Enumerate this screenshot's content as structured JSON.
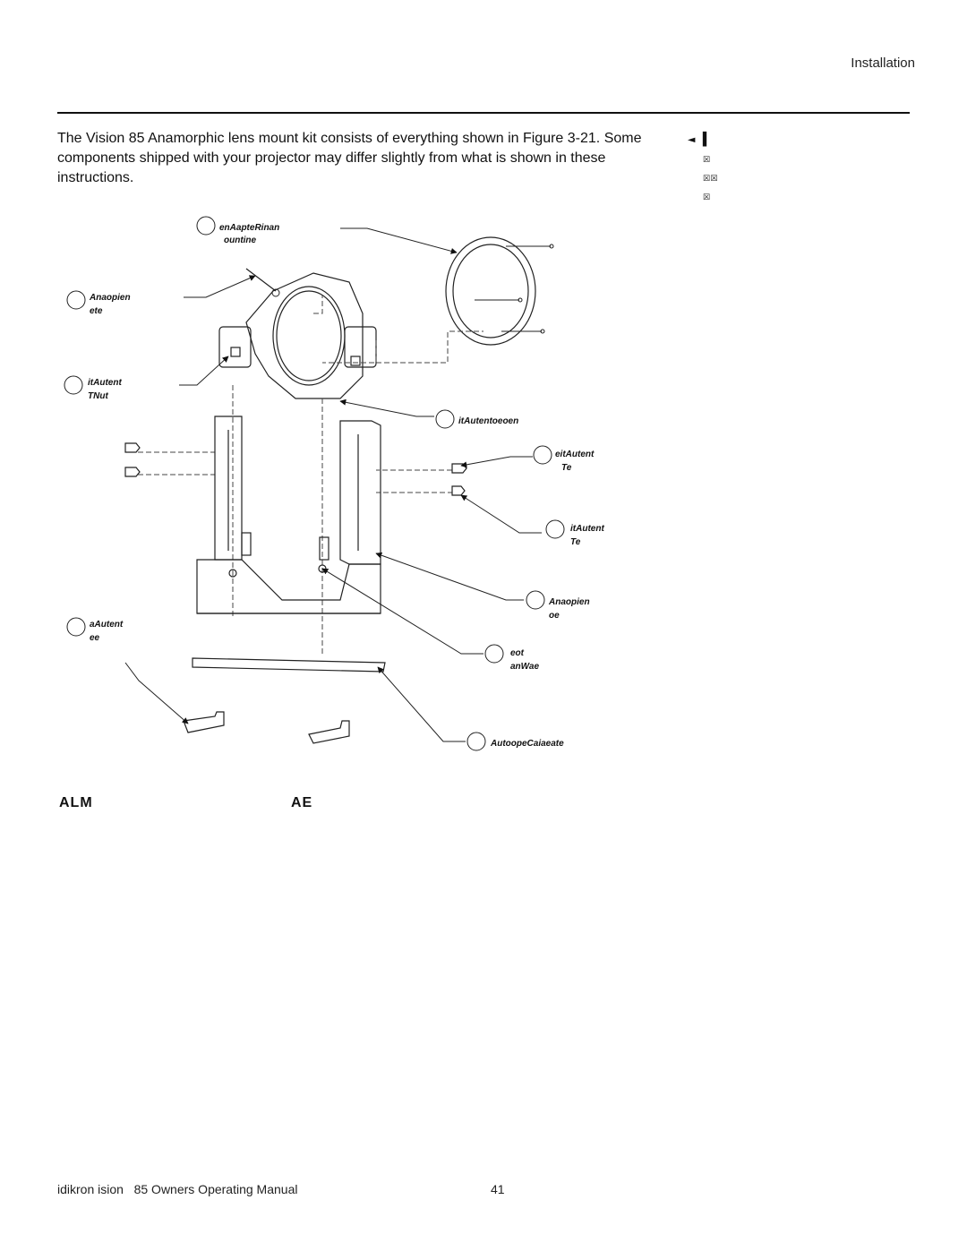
{
  "header": {
    "section_title": "Installation"
  },
  "intro": {
    "text": "The Vision 85 Anamorphic lens mount kit consists of everything shown in Figure 3-21. Some components shipped with your projector may differ slightly from what is shown in these instructions."
  },
  "sidebar": {
    "lines": [
      "◄ ▌",
      "  ☒",
      "  ☒☒",
      "  ☒"
    ]
  },
  "figure": {
    "callouts": [
      {
        "line1": "enAapteRinan",
        "line2": "ountine"
      },
      {
        "line1": "Anaopien",
        "line2": "ete"
      },
      {
        "line1": "itAutent",
        "line2": "TNut"
      },
      {
        "line1": "itAutentoeoen",
        "line2": ""
      },
      {
        "line1": "eitAutent",
        "line2": "Te"
      },
      {
        "line1": "itAutent",
        "line2": "Te"
      },
      {
        "line1": "Anaopien",
        "line2": "oe"
      },
      {
        "line1": "aAutent",
        "line2": "ee"
      },
      {
        "line1": "eot",
        "line2": "anWae"
      },
      {
        "line1": "AutoopeCaiaeate",
        "line2": ""
      }
    ],
    "caption_left": "ALM",
    "caption_right": "AE"
  },
  "footer": {
    "manual_title": "idikron ision   85 Owners Operating Manual",
    "page_number": "41"
  }
}
